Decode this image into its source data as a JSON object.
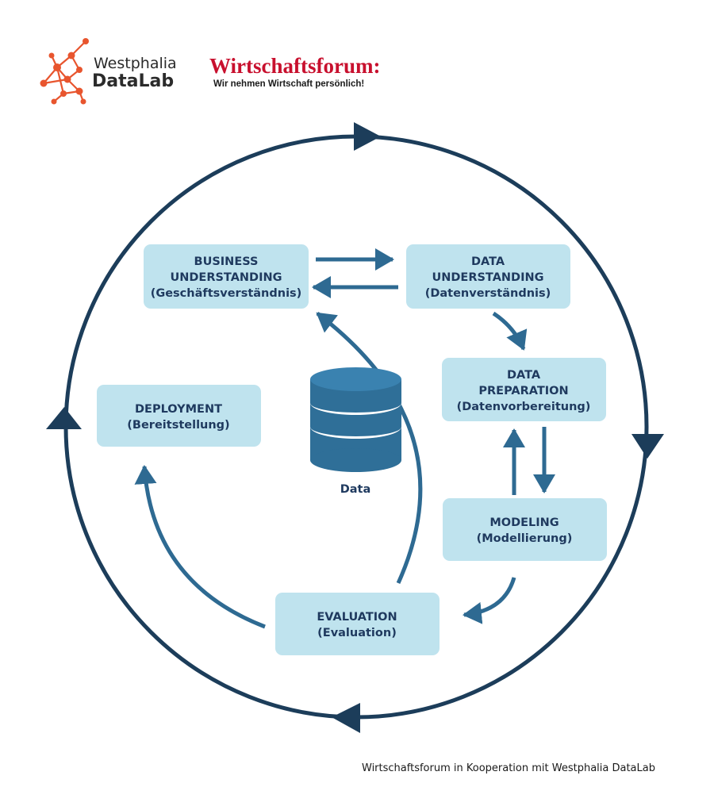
{
  "logos": {
    "westphalia": {
      "line1": "Westphalia",
      "line2": "DataLab",
      "color": "#e8552e"
    },
    "wirtschaftsforum": {
      "title": "Wirtschaftsforum:",
      "tagline": "Wir nehmen Wirtschaft persönlich!",
      "color": "#c8102e"
    }
  },
  "colors": {
    "box_fill": "#bfe3ee",
    "box_text": "#1f3a5f",
    "cycle": "#1c3d5a",
    "arrow": "#2e6a92",
    "db": "#2f6f98"
  },
  "phases": {
    "business": {
      "lines": [
        "BUSINESS",
        "UNDERSTANDING",
        "(Geschäftsverständnis)"
      ]
    },
    "data_understanding": {
      "lines": [
        "DATA",
        "UNDERSTANDING",
        "(Datenverständnis)"
      ]
    },
    "data_preparation": {
      "lines": [
        "DATA",
        "PREPARATION",
        "(Datenvorbereitung)"
      ]
    },
    "modeling": {
      "lines": [
        "MODELING",
        "(Modellierung)"
      ]
    },
    "evaluation": {
      "lines": [
        "EVALUATION",
        "(Evaluation)"
      ]
    },
    "deployment": {
      "lines": [
        "DEPLOYMENT",
        "(Bereitstellung)"
      ]
    }
  },
  "center": {
    "label": "Data"
  },
  "footer": "Wirtschaftsforum in Kooperation mit Westphalia DataLab"
}
